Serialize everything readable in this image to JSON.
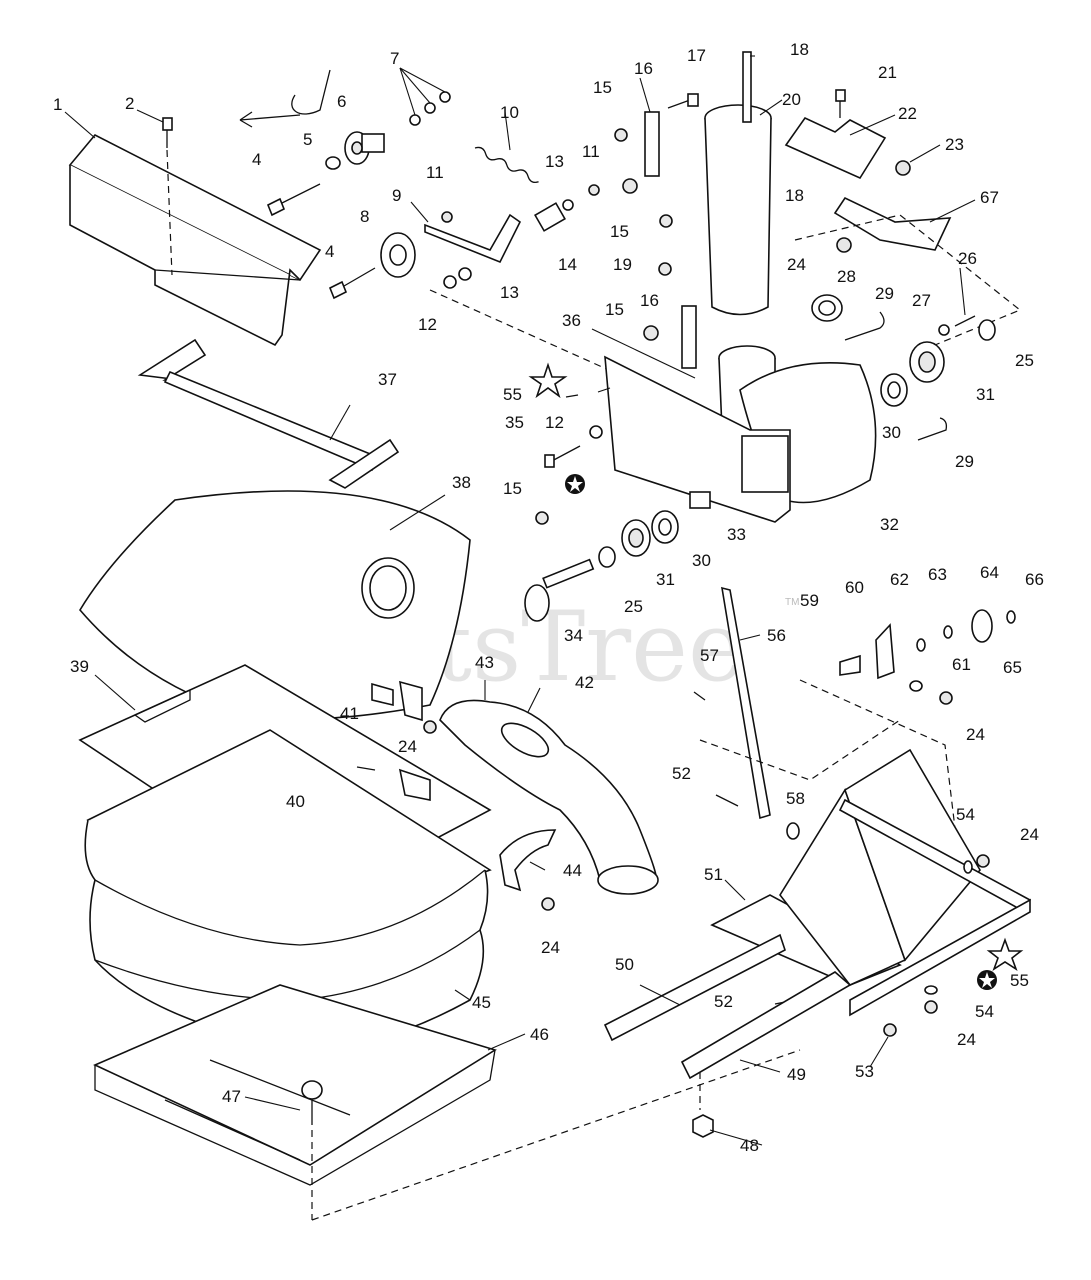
{
  "watermark": {
    "text": "PartsTree",
    "tm": "TM"
  },
  "callouts": [
    "1",
    "2",
    "4",
    "5",
    "6",
    "7",
    "8",
    "9",
    "10",
    "11",
    "11",
    "12",
    "13",
    "13",
    "14",
    "15",
    "15",
    "15",
    "15",
    "16",
    "16",
    "17",
    "18",
    "18",
    "19",
    "20",
    "21",
    "22",
    "23",
    "24",
    "24",
    "24",
    "24",
    "24",
    "24",
    "25",
    "25",
    "26",
    "27",
    "28",
    "29",
    "29",
    "30",
    "30",
    "31",
    "31",
    "32",
    "33",
    "34",
    "35",
    "36",
    "37",
    "38",
    "39",
    "40",
    "41",
    "42",
    "43",
    "44",
    "45",
    "46",
    "47",
    "48",
    "49",
    "50",
    "51",
    "52",
    "52",
    "53",
    "54",
    "54",
    "55",
    "55",
    "56",
    "57",
    "58",
    "59",
    "60",
    "61",
    "62",
    "63",
    "64",
    "65",
    "66",
    "67",
    "4",
    "12"
  ]
}
